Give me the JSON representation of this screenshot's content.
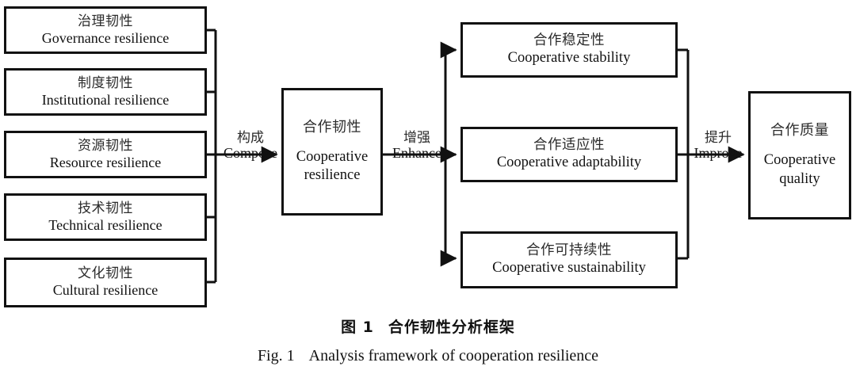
{
  "figure": {
    "caption_cn_number": "图 1",
    "caption_cn_text": "合作韧性分析框架",
    "caption_en_number": "Fig. 1",
    "caption_en_text": "Analysis framework of cooperation resilience",
    "line_color": "#111111",
    "box_fill": "#ffffff",
    "text_color": "#111111"
  },
  "inputs": {
    "items": [
      {
        "cn": "治理韧性",
        "en": "Governance resilience"
      },
      {
        "cn": "制度韧性",
        "en": "Institutional resilience"
      },
      {
        "cn": "资源韧性",
        "en": "Resource resilience"
      },
      {
        "cn": "技术韧性",
        "en": "Technical resilience"
      },
      {
        "cn": "文化韧性",
        "en": "Cultural resilience"
      }
    ]
  },
  "core": {
    "cn": "合作韧性",
    "en_line1": "Cooperative",
    "en_line2": "resilience"
  },
  "outcomes": {
    "items": [
      {
        "cn": "合作稳定性",
        "en": "Cooperative stability"
      },
      {
        "cn": "合作适应性",
        "en": "Cooperative adaptability"
      },
      {
        "cn": "合作可持续性",
        "en": "Cooperative sustainability"
      }
    ]
  },
  "result": {
    "cn": "合作质量",
    "en_line1": "Cooperative",
    "en_line2": "quality"
  },
  "edges": [
    {
      "id": "compose",
      "cn": "构成",
      "en": "Compose"
    },
    {
      "id": "enhance",
      "cn": "增强",
      "en": "Enhance"
    },
    {
      "id": "improve",
      "cn": "提升",
      "en": "Improve"
    }
  ]
}
